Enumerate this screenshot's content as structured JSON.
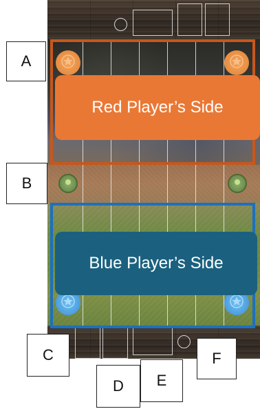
{
  "regions": {
    "red": {
      "label": "Red Player’s Side",
      "color": "#ea7835",
      "border_color": "#c8571c"
    },
    "blue": {
      "label": "Blue Player’s Side",
      "color": "#1b617f",
      "border_color": "#1c70c0"
    }
  },
  "callouts": [
    "A",
    "B",
    "C",
    "D",
    "E",
    "F"
  ],
  "board": {
    "lanes": 7,
    "tokens": {
      "red": {
        "icon": "star-emblem-icon",
        "color": "#e08436"
      },
      "green": {
        "icon": "dot-emblem-icon",
        "color": "#6a8a48"
      },
      "blue": {
        "icon": "star-emblem-icon",
        "color": "#3d8fd8"
      }
    }
  }
}
